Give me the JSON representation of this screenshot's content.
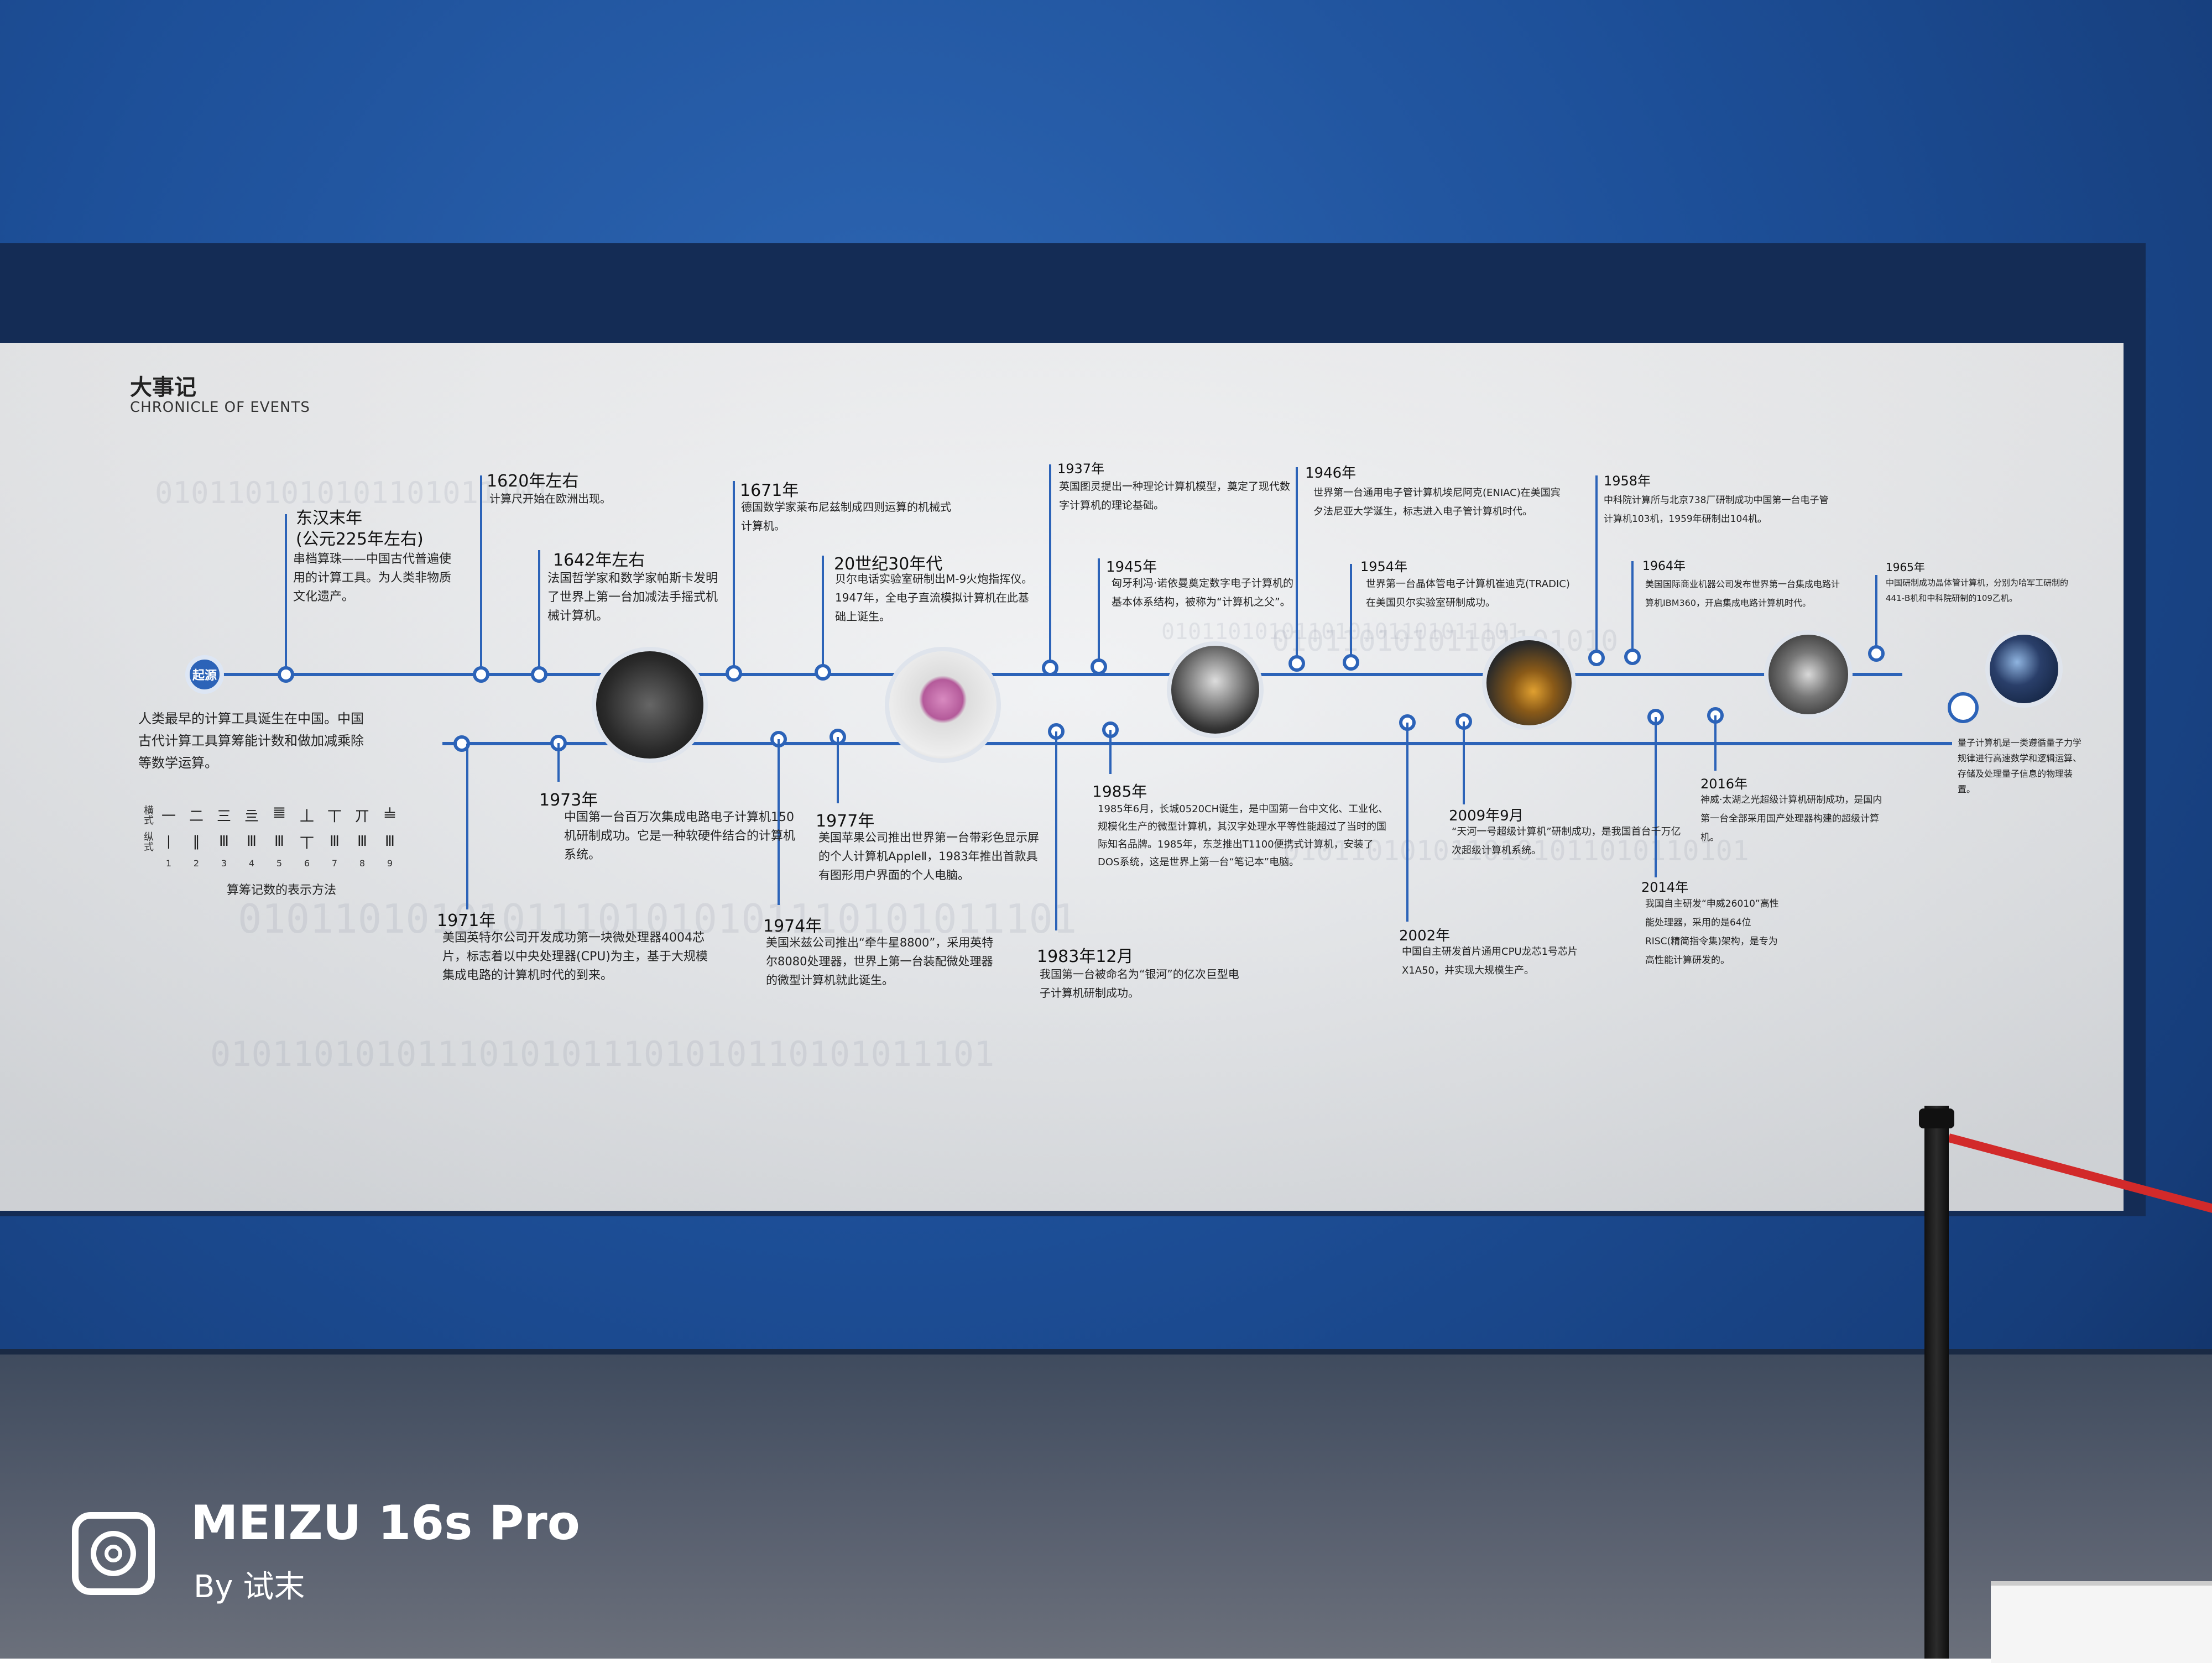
{
  "board": {
    "title_zh": "大事记",
    "title_en": "CHRONICLE OF EVENTS",
    "start_label": "起源"
  },
  "binary": [
    "0101101010101101011101",
    "01011010101011101010101110101011101",
    "01011010101110101011101010110101011101",
    "010110101011010101101011101",
    "01011010101101101010",
    "0101101010110101011010110101"
  ],
  "events": [
    {
      "year": "东汉末年",
      "sub": "(公元225年左右)",
      "text": "串档算珠——中国古代普遍使用的计算工具。为人类非物质文化遗产。"
    },
    {
      "year": "1620年左右",
      "text": "计算尺开始在欧洲出现。"
    },
    {
      "year": "1642年左右",
      "text": "法国哲学家和数学家帕斯卡发明了世界上第一台加减法手摇式机械计算机。"
    },
    {
      "year": "1671年",
      "text": "德国数学家莱布尼兹制成四则运算的机械式计算机。"
    },
    {
      "year": "20世纪30年代",
      "text": "贝尔电话实验室研制出M-9火炮指挥仪。1947年，全电子直流模拟计算机在此基础上诞生。"
    },
    {
      "year": "1937年",
      "text": "英国图灵提出一种理论计算机模型，奠定了现代数字计算机的理论基础。"
    },
    {
      "year": "1945年",
      "text": "匈牙利冯·诺依曼奠定数字电子计算机的基本体系结构，被称为“计算机之父”。"
    },
    {
      "year": "1946年",
      "text": "世界第一台通用电子管计算机埃尼阿克(ENIAC)在美国宾夕法尼亚大学诞生，标志进入电子管计算机时代。"
    },
    {
      "year": "1954年",
      "text": "世界第一台晶体管电子计算机崔迪克(TRADIC)在美国贝尔实验室研制成功。"
    },
    {
      "year": "1958年",
      "text": "中科院计算所与北京738厂研制成功中国第一台电子管计算机103机，1959年研制出104机。"
    },
    {
      "year": "1964年",
      "text": "美国国际商业机器公司发布世界第一台集成电路计算机IBM360，开启集成电路计算机时代。"
    },
    {
      "year": "1965年",
      "text": "中国研制成功晶体管计算机，分别为哈军工研制的441-B机和中科院研制的109乙机。"
    },
    {
      "year": "",
      "text": "量子计算机是一类遵循量子力学规律进行高速数学和逻辑运算、存储及处理量子信息的物理装置。"
    }
  ],
  "origin_text": "人类最早的计算工具诞生在中国。中国古代计算工具算筹能计数和做加减乘除等数学运算。",
  "lower_events": [
    {
      "year": "1971年",
      "text": "美国英特尔公司开发成功第一块微处理器4004芯片，标志着以中央处理器(CPU)为主，基于大规模集成电路的计算机时代的到来。"
    },
    {
      "year": "1973年",
      "text": "中国第一台百万次集成电路电子计算机150机研制成功。它是一种软硬件结合的计算机系统。"
    },
    {
      "year": "1974年",
      "text": "美国米兹公司推出“牵牛星8800”，采用英特尔8080处理器，世界上第一台装配微处理器的微型计算机就此诞生。"
    },
    {
      "year": "1977年",
      "text": "美国苹果公司推出世界第一台带彩色显示屏的个人计算机AppleⅡ，1983年推出首款具有图形用户界面的个人电脑。"
    },
    {
      "year": "1983年12月",
      "text": "我国第一台被命名为“银河”的亿次巨型电子计算机研制成功。"
    },
    {
      "year": "1985年",
      "text": "1985年6月，长城0520CH诞生，是中国第一台中文化、工业化、规模化生产的微型计算机，其汉字处理水平等性能超过了当时的国际知名品牌。1985年，东芝推出T1100便携式计算机，安装了DOS系统，这是世界上第一台“笔记本”电脑。"
    },
    {
      "year": "2002年",
      "text": "中国自主研发首片通用CPU龙芯1号芯片X1A50，并实现大规模生产。"
    },
    {
      "year": "2009年9月",
      "text": "“天河一号超级计算机”研制成功，是我国首台千万亿次超级计算机系统。"
    },
    {
      "year": "2014年",
      "text": "我国自主研发“申威26010”高性能处理器，采用的是64位RISC(精简指令集)架构，是专为高性能计算研发的。"
    },
    {
      "year": "2016年",
      "text": "神威·太湖之光超级计算机研制成功，是国内第一台全部采用国产处理器构建的超级计算机。"
    }
  ],
  "counting_table": {
    "row1_label": "横式",
    "row1": [
      "一",
      "二",
      "三",
      "亖",
      "𝍤",
      "丄",
      "丅",
      "丌",
      "𝍧"
    ],
    "row2_label": "纵式",
    "row2": [
      "丨",
      "‖",
      "Ⅲ",
      "Ⅲ",
      "Ⅲ",
      "丅",
      "Ⅲ",
      "Ⅲ",
      "Ⅲ"
    ],
    "numbers": [
      "1",
      "2",
      "3",
      "4",
      "5",
      "6",
      "7",
      "8",
      "9"
    ],
    "caption": "算筹记数的表示方法"
  },
  "watermark": {
    "brand": "MEIZU 16s Pro",
    "by": "By 试末"
  }
}
